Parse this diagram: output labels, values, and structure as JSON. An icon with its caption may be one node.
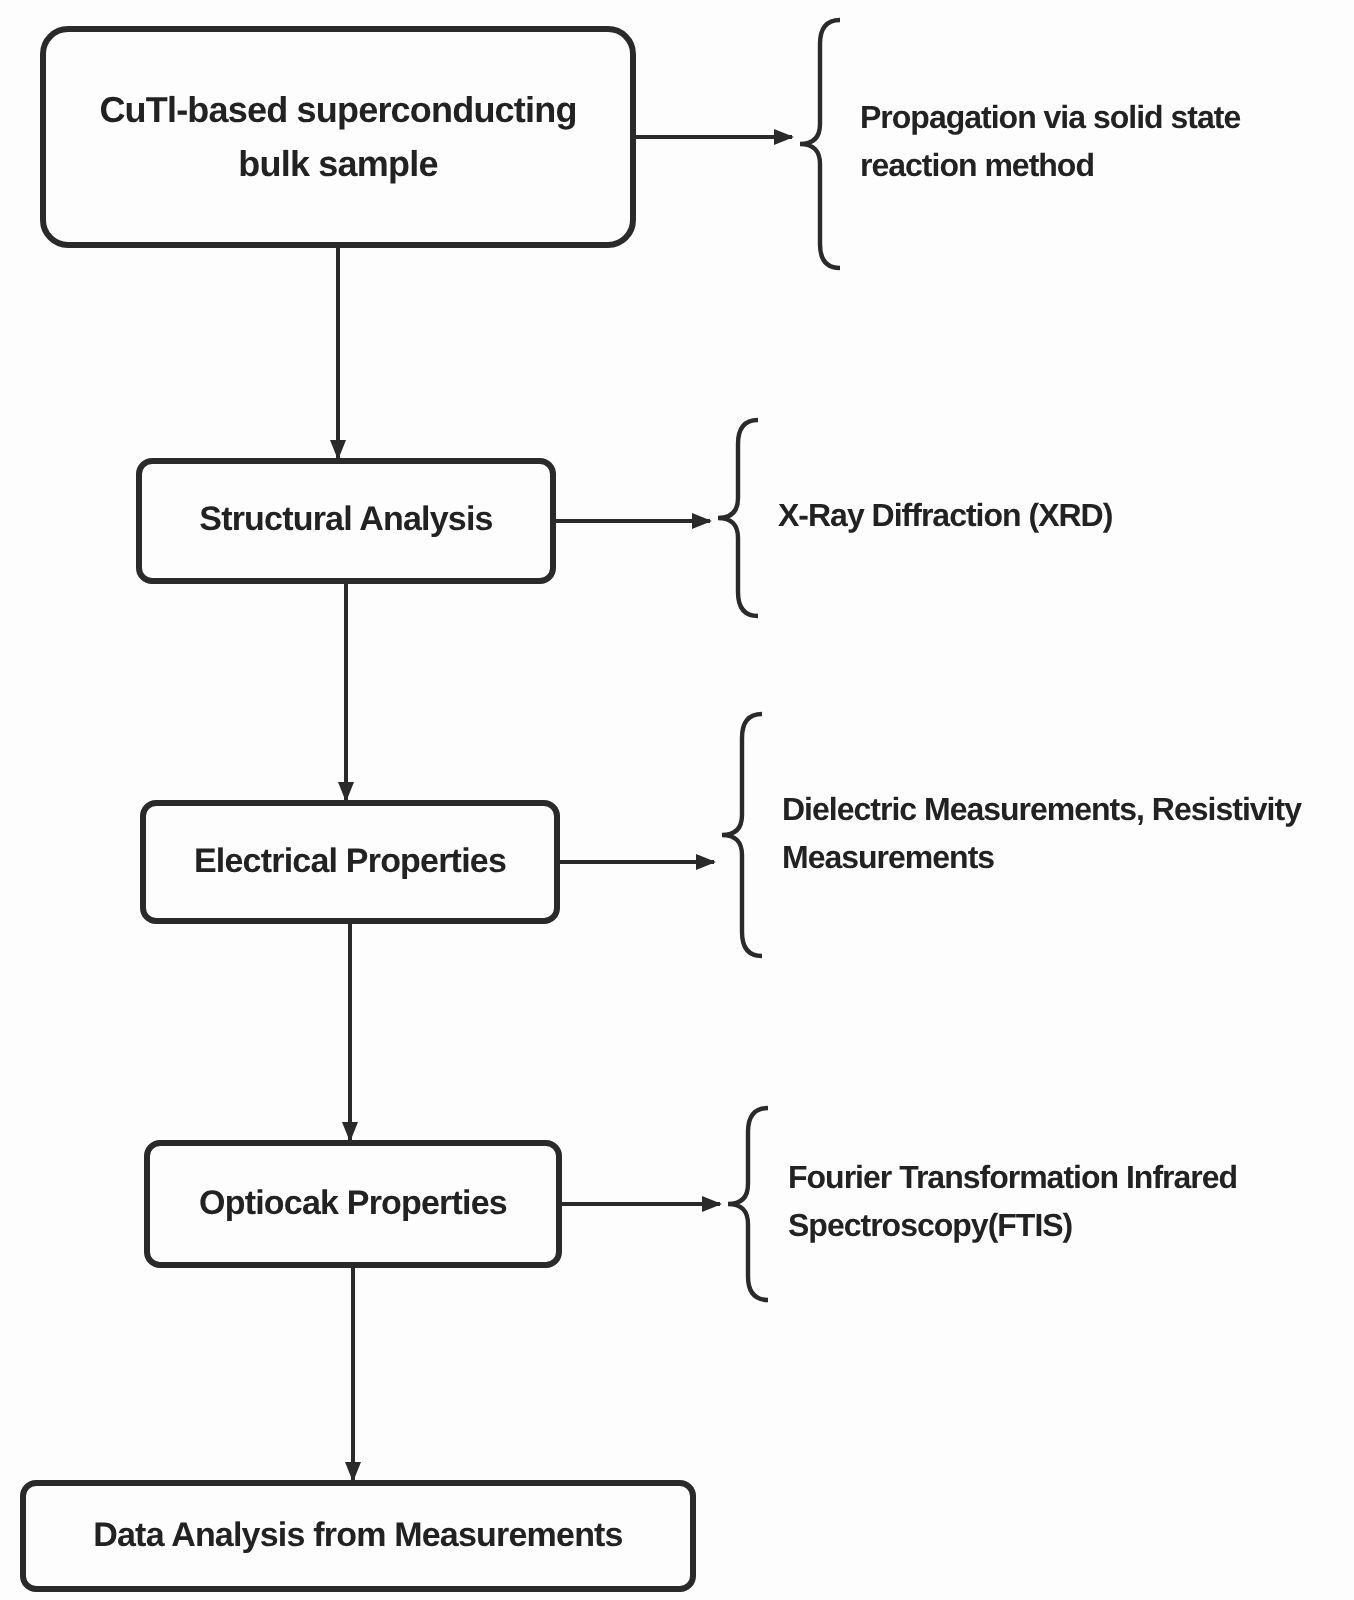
{
  "diagram": {
    "nodes": [
      {
        "text": [
          "CuTl-based superconducting bulk sample"
        ]
      },
      {
        "text": [
          "Propagation via solid state reaction method"
        ]
      },
      {
        "text": [
          "Structural Analysis"
        ]
      },
      {
        "text": [
          "X-Ray Diffraction (XRD)"
        ]
      },
      {
        "text": [
          "Electrical Properties"
        ]
      },
      {
        "text": [
          "Dielectric Measurements, Resistivity Measurements"
        ]
      },
      {
        "text": [
          "Optiocak Properties"
        ]
      },
      {
        "text": [
          "Fourier Transformation Infrared Spectroscopy(FTIS)"
        ]
      },
      {
        "text": [
          "Data Analysis from Measurements"
        ]
      }
    ],
    "edges": [
      {
        "from": 0,
        "to": 1,
        "arrow": "to"
      },
      {
        "from": 0,
        "to": 2,
        "arrow": "to"
      },
      {
        "from": 2,
        "to": 3,
        "arrow": "to"
      },
      {
        "from": 2,
        "to": 4,
        "arrow": "to"
      },
      {
        "from": 4,
        "to": 5,
        "arrow": "to"
      },
      {
        "from": 4,
        "to": 6,
        "arrow": "to"
      },
      {
        "from": 6,
        "to": 7,
        "arrow": "to"
      },
      {
        "from": 6,
        "to": 8,
        "arrow": "to"
      }
    ]
  }
}
